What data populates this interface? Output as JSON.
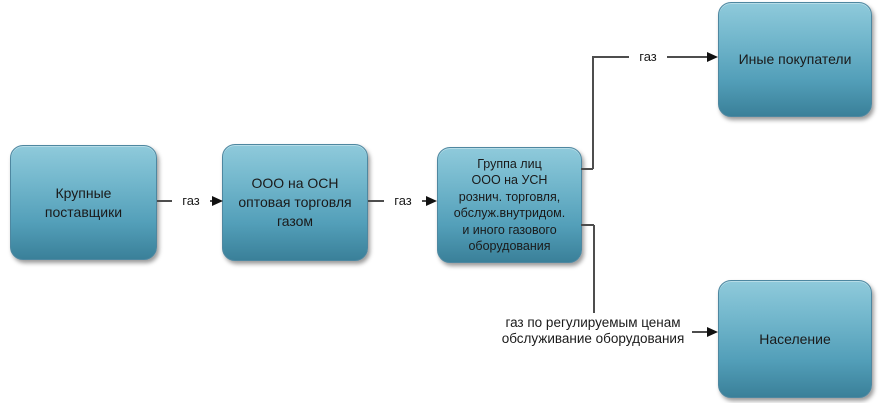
{
  "diagram": {
    "type": "flowchart",
    "language": "ru",
    "nodes": [
      {
        "id": "suppliers",
        "label": "Крупные\nпоставщики"
      },
      {
        "id": "wholesale",
        "label": "ООО на ОСН\nоптовая торговля\nгазом"
      },
      {
        "id": "group",
        "label": "Группа лиц\nООО на УСН\nрознич. торговля,\nобслуж.внутридом.\nи иного газового\nоборудования"
      },
      {
        "id": "other-buyers",
        "label": "Иные покупатели"
      },
      {
        "id": "population",
        "label": "Население"
      }
    ],
    "edges": [
      {
        "from": "suppliers",
        "to": "wholesale",
        "label": "газ"
      },
      {
        "from": "wholesale",
        "to": "group",
        "label": "газ"
      },
      {
        "from": "group",
        "to": "other-buyers",
        "label": "газ"
      },
      {
        "from": "group",
        "to": "population",
        "label": "газ по регулируемым ценам\nобслуживание оборудования"
      }
    ],
    "colors": {
      "node_gradient_top": "#8fcadb",
      "node_gradient_bottom": "#3a8099",
      "node_border": "#4e87a0",
      "line": "#4d4d4d",
      "arrowhead": "#111111",
      "text": "#1a1a1a",
      "background": "#ffffff"
    }
  }
}
